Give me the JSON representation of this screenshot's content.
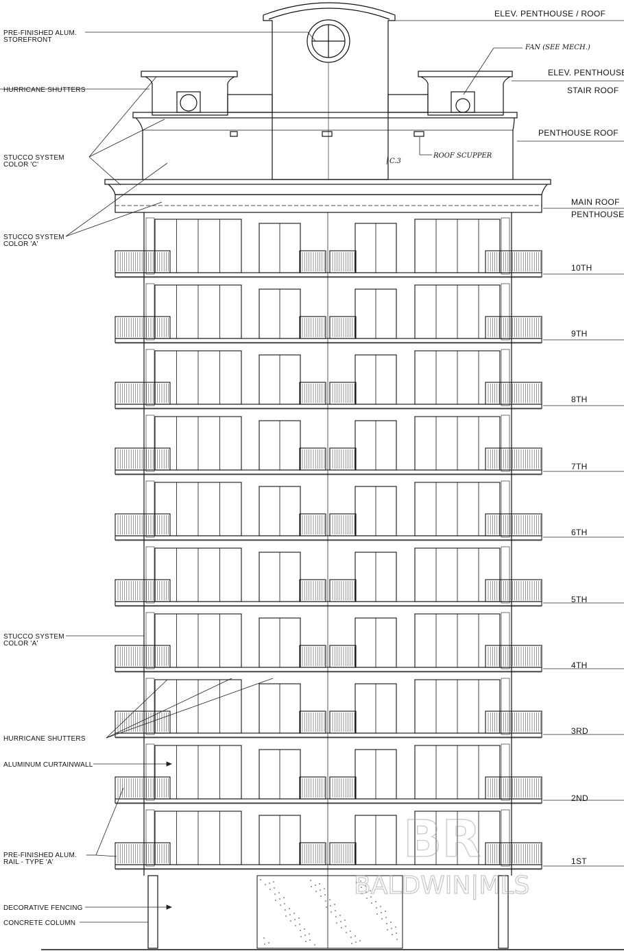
{
  "drawing": {
    "level_labels": {
      "elev_penthouse_roof": "ELEV. PENTHOUSE / ROOF",
      "elev_penthouse": "ELEV. PENTHOUSE",
      "stair_roof": "STAIR ROOF",
      "penthouse_roof": "PENTHOUSE ROOF",
      "main_roof": "MAIN ROOF",
      "penthouse": "PENTHOUSE",
      "floors": [
        "10TH",
        "9TH",
        "8TH",
        "7TH",
        "6TH",
        "5TH",
        "4TH",
        "3RD",
        "2ND",
        "1ST"
      ]
    },
    "notes": {
      "storefront_line1": "PRE-FINISHED ALUM.",
      "storefront_line2": "STOREFRONT",
      "hurricane_shutters_top": "HURRICANE SHUTTERS",
      "stucco_c_line1": "STUCCO SYSTEM",
      "stucco_c_line2": "COLOR 'C'",
      "stucco_a_top_line1": "STUCCO SYSTEM",
      "stucco_a_top_line2": "COLOR 'A'",
      "stucco_a_low_line1": "STUCCO SYSTEM",
      "stucco_a_low_line2": "COLOR 'A'",
      "hurricane_shutters_low": "HURRICANE SHUTTERS",
      "curtainwall": "ALUMINUM CURTAINWALL",
      "rail_line1": "PRE-FINISHED ALUM.",
      "rail_line2": "RAIL - TYPE 'A'",
      "fencing": "DECORATIVE FENCING",
      "column": "CONCRETE COLUMN"
    },
    "handwritten": {
      "fan": "FAN (SEE MECH.)",
      "roof_scupper": "ROOF SCUPPER",
      "mark": "C.3"
    },
    "watermark": {
      "logo_letters": "BR",
      "text": "BALDWIN|MLS"
    }
  }
}
